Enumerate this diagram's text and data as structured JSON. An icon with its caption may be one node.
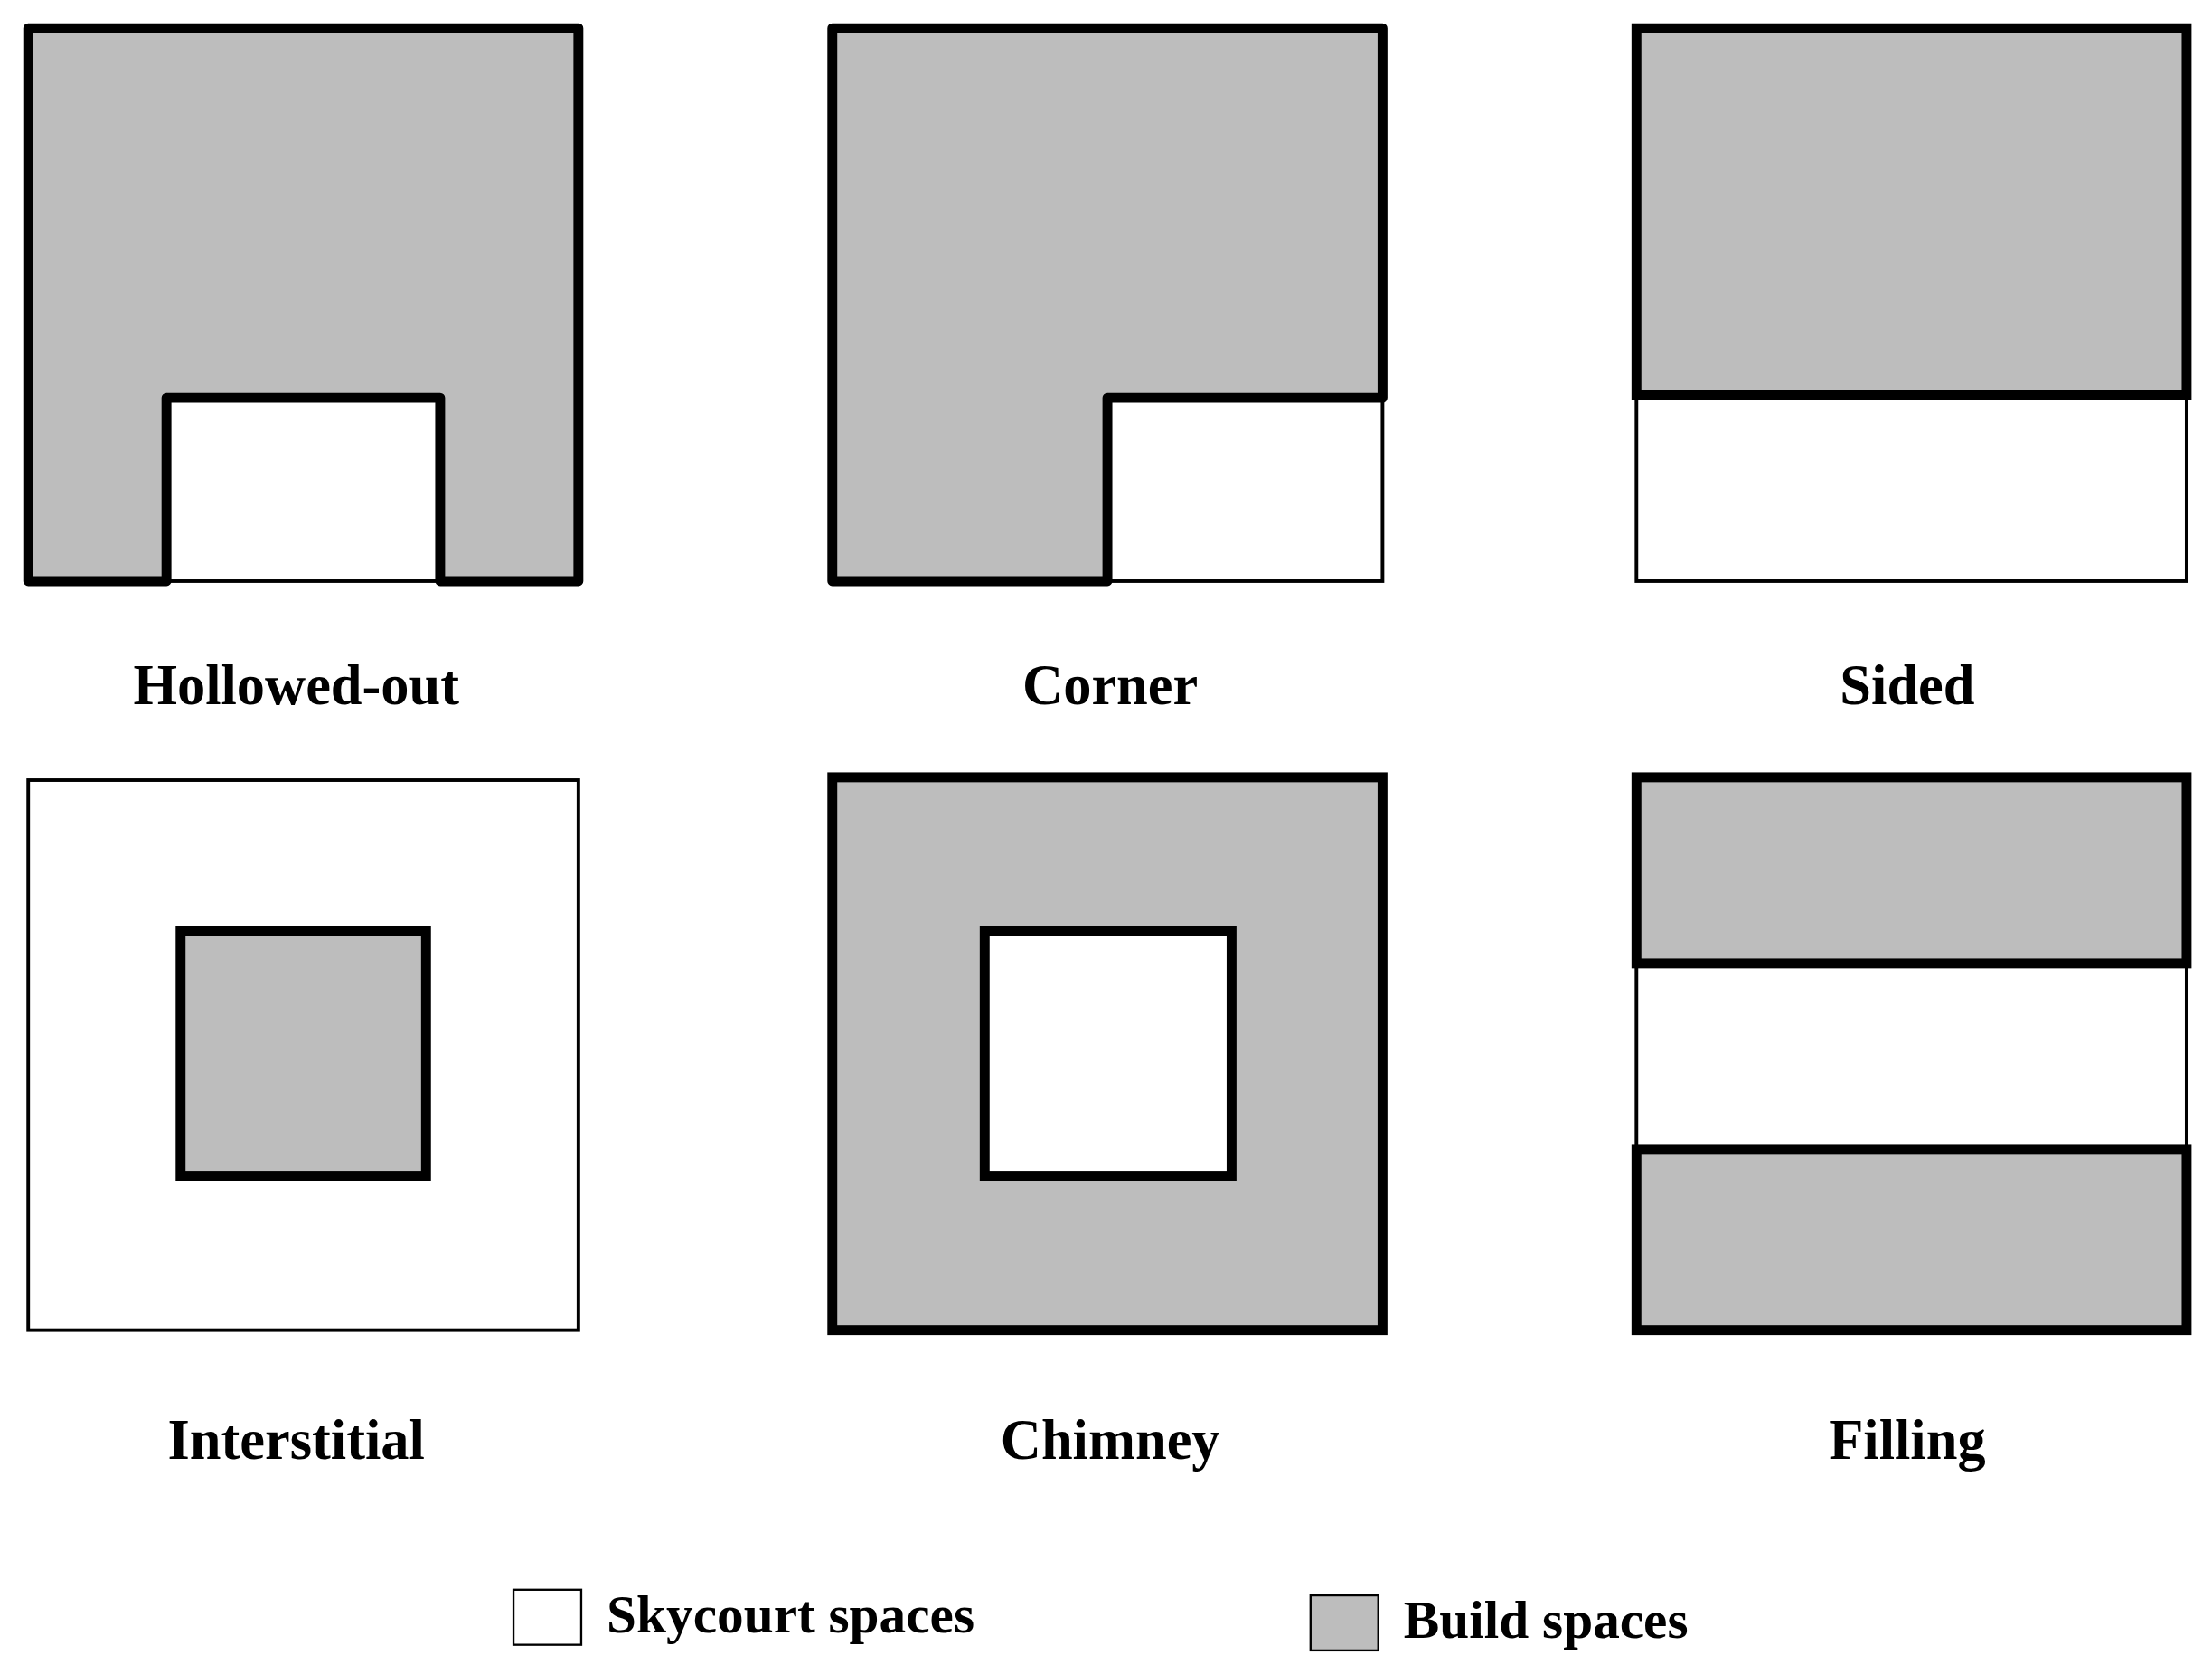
{
  "diagram": {
    "labels": [
      "Hollowed-out",
      "Corner",
      "Sided",
      "Interstitial",
      "Chimney",
      "Filling"
    ],
    "legend": [
      {
        "text": "Skycourt spaces",
        "color": "#ffffff"
      },
      {
        "text": "Build spaces",
        "color": "#bdbdbd"
      }
    ]
  }
}
